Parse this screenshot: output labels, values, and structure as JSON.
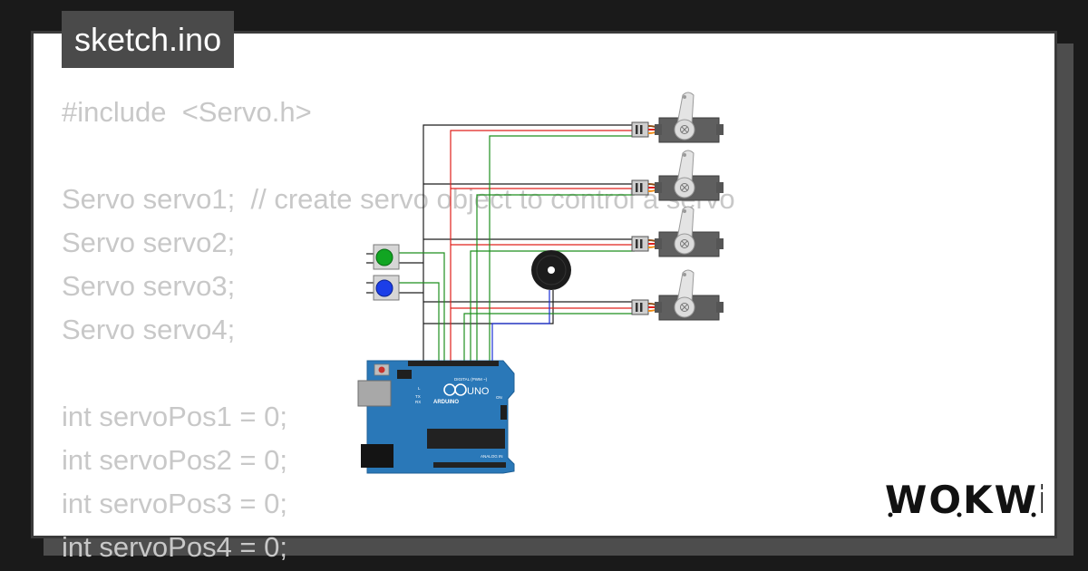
{
  "tab": {
    "filename": "sketch.ino"
  },
  "code_lines": [
    "#include  <Servo.h>",
    "",
    "Servo servo1;  // create servo object to control a servo",
    "Servo servo2;",
    "Servo servo3;",
    "Servo servo4;",
    "",
    "int servoPos1 = 0;",
    "int servoPos2 = 0;",
    "int servoPos3 = 0;",
    "int servoPos4 = 0;"
  ],
  "arduino": {
    "model": "UNO",
    "brand": "ARDUINO",
    "digital_label": "DIGITAL (PWM ~)",
    "analog_label": "ANALOG IN",
    "led_labels": [
      "L",
      "TX",
      "RX",
      "ON"
    ]
  },
  "logo": {
    "text": "WOKWi"
  },
  "colors": {
    "wire_black": "#1e1e1e",
    "wire_red": "#e0201c",
    "wire_green": "#1f8f1f",
    "wire_blue": "#1a2fd6",
    "board_blue": "#2a78b8",
    "button_green": "#11a522",
    "button_blue": "#1b3ee8",
    "servo_body": "#5f5f5f",
    "code_text": "#c8c8c8"
  },
  "components": {
    "buttons": [
      "green-pushbutton",
      "blue-pushbutton"
    ],
    "servos": [
      "servo-1",
      "servo-2",
      "servo-3",
      "servo-4"
    ],
    "buzzer": "piezo-buzzer"
  }
}
